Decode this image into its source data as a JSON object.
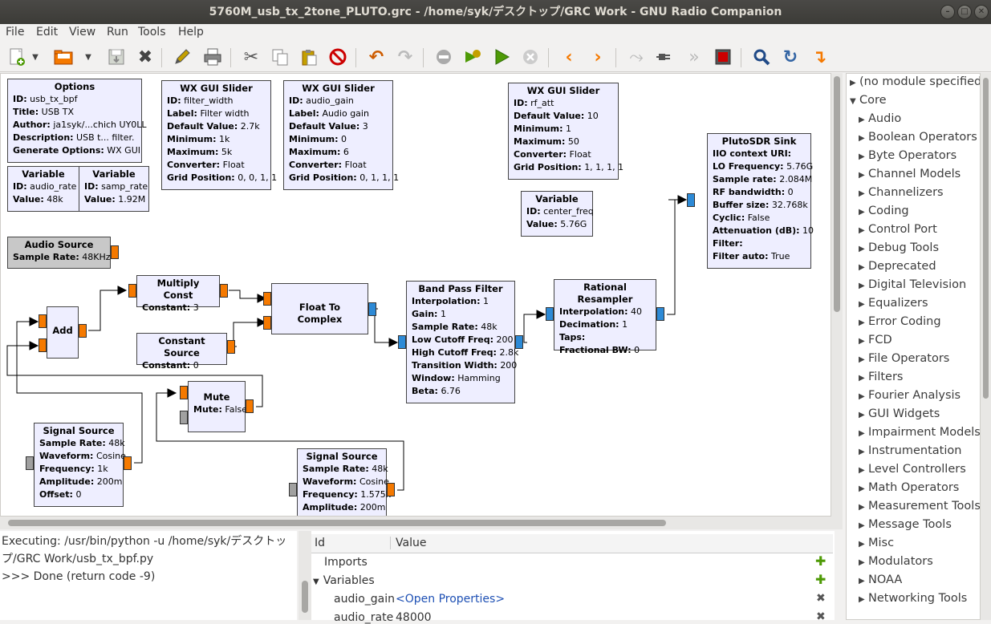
{
  "window": {
    "title": "5760M_usb_tx_2tone_PLUTO.grc - /home/syk/デスクトップ/GRC Work - GNU Radio Companion"
  },
  "menu": [
    "File",
    "Edit",
    "View",
    "Run",
    "Tools",
    "Help"
  ],
  "toolbar": [
    "new-icon",
    "open-icon",
    "save-icon",
    "close-icon",
    "edit-icon",
    "print-icon",
    "cut-icon",
    "copy-icon",
    "paste-icon",
    "delete-icon",
    "undo-icon",
    "redo-icon",
    "disable-icon",
    "generate-icon",
    "run-icon",
    "kill-icon",
    "rotate-left-icon",
    "rotate-right-icon",
    "bypass-icon",
    "connect-icon",
    "forward-icon",
    "screenshot-icon",
    "search-icon",
    "reload-icon",
    "import-icon"
  ],
  "blocks": {
    "options": {
      "title": "Options",
      "params": [
        [
          "ID:",
          "usb_tx_bpf"
        ],
        [
          "Title:",
          "USB TX"
        ],
        [
          "Author:",
          "ja1syk/...chich UY0LL"
        ],
        [
          "Description:",
          "USB t... filter."
        ],
        [
          "Generate Options:",
          "WX GUI"
        ]
      ]
    },
    "var_audio_rate": {
      "title": "Variable",
      "params": [
        [
          "ID:",
          "audio_rate"
        ],
        [
          "Value:",
          "48k"
        ]
      ]
    },
    "var_samp_rate": {
      "title": "Variable",
      "params": [
        [
          "ID:",
          "samp_rate"
        ],
        [
          "Value:",
          "1.92M"
        ]
      ]
    },
    "slider_filter": {
      "title": "WX GUI Slider",
      "params": [
        [
          "ID:",
          "filter_width"
        ],
        [
          "Label:",
          "Filter width"
        ],
        [
          "Default Value:",
          "2.7k"
        ],
        [
          "Minimum:",
          "1k"
        ],
        [
          "Maximum:",
          "5k"
        ],
        [
          "Converter:",
          "Float"
        ],
        [
          "Grid Position:",
          "0, 0, 1, 1"
        ]
      ]
    },
    "slider_audio": {
      "title": "WX GUI Slider",
      "params": [
        [
          "ID:",
          "audio_gain"
        ],
        [
          "Label:",
          "Audio gain"
        ],
        [
          "Default Value:",
          "3"
        ],
        [
          "Minimum:",
          "0"
        ],
        [
          "Maximum:",
          "6"
        ],
        [
          "Converter:",
          "Float"
        ],
        [
          "Grid Position:",
          "0, 1, 1, 1"
        ]
      ]
    },
    "slider_rf": {
      "title": "WX GUI Slider",
      "params": [
        [
          "ID:",
          "rf_att"
        ],
        [
          "Default Value:",
          "10"
        ],
        [
          "Minimum:",
          "1"
        ],
        [
          "Maximum:",
          "50"
        ],
        [
          "Converter:",
          "Float"
        ],
        [
          "Grid Position:",
          "1, 1, 1, 1"
        ]
      ]
    },
    "var_center": {
      "title": "Variable",
      "params": [
        [
          "ID:",
          "center_freq"
        ],
        [
          "Value:",
          "5.76G"
        ]
      ]
    },
    "pluto": {
      "title": "PlutoSDR Sink",
      "params": [
        [
          "IIO context URI:",
          ""
        ],
        [
          "LO Frequency:",
          "5.76G"
        ],
        [
          "Sample rate:",
          "2.084M"
        ],
        [
          "RF bandwidth:",
          "0"
        ],
        [
          "Buffer size:",
          "32.768k"
        ],
        [
          "Cyclic:",
          "False"
        ],
        [
          "Attenuation (dB):",
          "10"
        ],
        [
          "Filter:",
          ""
        ],
        [
          "Filter auto:",
          "True"
        ]
      ]
    },
    "audio_source": {
      "title": "Audio Source",
      "params": [
        [
          "Sample Rate:",
          "48KHz"
        ]
      ]
    },
    "multiply_const": {
      "title": "Multiply Const",
      "params": [
        [
          "Constant:",
          "3"
        ]
      ]
    },
    "float_to_complex": {
      "title": "Float To Complex",
      "params": []
    },
    "constant_source": {
      "title": "Constant Source",
      "params": [
        [
          "Constant:",
          "0"
        ]
      ]
    },
    "add": {
      "title": "Add",
      "params": []
    },
    "bpf": {
      "title": "Band Pass Filter",
      "params": [
        [
          "Interpolation:",
          "1"
        ],
        [
          "Gain:",
          "1"
        ],
        [
          "Sample Rate:",
          "48k"
        ],
        [
          "Low Cutoff Freq:",
          "200"
        ],
        [
          "High Cutoff Freq:",
          "2.8k"
        ],
        [
          "Transition Width:",
          "200"
        ],
        [
          "Window:",
          "Hamming"
        ],
        [
          "Beta:",
          "6.76"
        ]
      ]
    },
    "resampler": {
      "title": "Rational Resampler",
      "params": [
        [
          "Interpolation:",
          "40"
        ],
        [
          "Decimation:",
          "1"
        ],
        [
          "Taps:",
          ""
        ],
        [
          "Fractional BW:",
          "0"
        ]
      ]
    },
    "mute": {
      "title": "Mute",
      "params": [
        [
          "Mute:",
          "False"
        ]
      ]
    },
    "sig1": {
      "title": "Signal Source",
      "params": [
        [
          "Sample Rate:",
          "48k"
        ],
        [
          "Waveform:",
          "Cosine"
        ],
        [
          "Frequency:",
          "1k"
        ],
        [
          "Amplitude:",
          "200m"
        ],
        [
          "Offset:",
          "0"
        ]
      ]
    },
    "sig2": {
      "title": "Signal Source",
      "params": [
        [
          "Sample Rate:",
          "48k"
        ],
        [
          "Waveform:",
          "Cosine"
        ],
        [
          "Frequency:",
          "1.575k"
        ],
        [
          "Amplitude:",
          "200m"
        ]
      ]
    }
  },
  "console": {
    "lines": [
      "Executing: /usr/bin/python -u /home/syk/デスクトッ",
      "プ/GRC Work/usb_tx_bpf.py",
      "",
      ">>> Done (return code -9)"
    ]
  },
  "variables": {
    "col_id": "Id",
    "col_value": "Value",
    "imports": "Imports",
    "variables": "Variables",
    "row1_id": "audio_gain",
    "row1_value": "<Open Properties>",
    "row2_id": "audio_rate",
    "row2_value": "48000"
  },
  "tree": {
    "no_module": "(no module specified)",
    "core": "Core",
    "items": [
      "Audio",
      "Boolean Operators",
      "Byte Operators",
      "Channel Models",
      "Channelizers",
      "Coding",
      "Control Port",
      "Debug Tools",
      "Deprecated",
      "Digital Television",
      "Equalizers",
      "Error Coding",
      "FCD",
      "File Operators",
      "Filters",
      "Fourier Analysis",
      "GUI Widgets",
      "Impairment Models",
      "Instrumentation",
      "Level Controllers",
      "Math Operators",
      "Measurement Tools",
      "Message Tools",
      "Misc",
      "Modulators",
      "NOAA",
      "Networking Tools"
    ]
  },
  "colors": {
    "block_bg": "#eeeeff",
    "port_float": "#f57900",
    "port_complex": "#2d8ad6",
    "disabled": "#c8c8c8"
  }
}
